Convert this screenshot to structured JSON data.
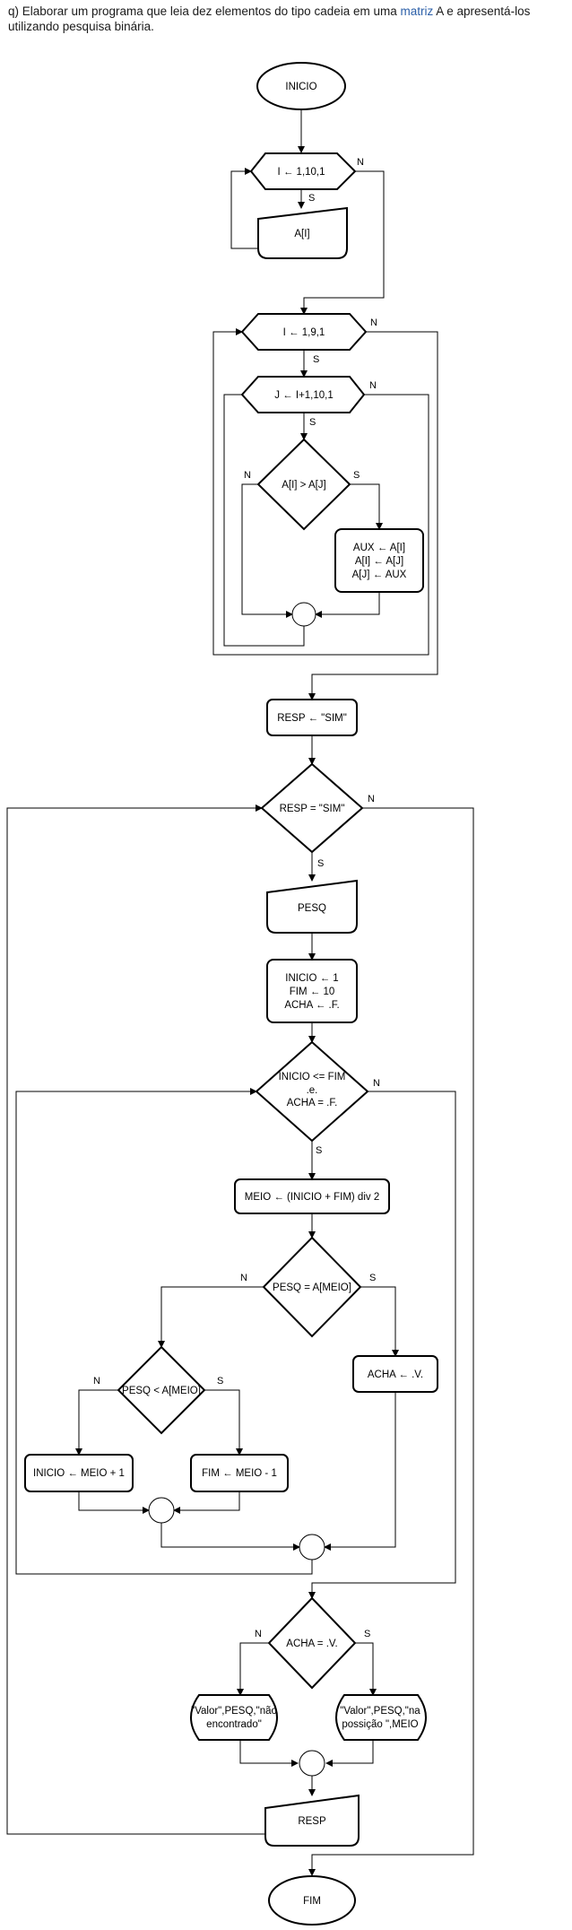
{
  "header": {
    "part1": "q) Elaborar um programa que leia dez elementos do tipo cadeia em uma ",
    "link": "matriz",
    "part2": " A e apresentá-los utilizando pesquisa binária."
  },
  "flowchart": {
    "start": "INICIO",
    "loop_read": "I ← 1,10,1",
    "read_a": "A[I]",
    "loop_i": "I ← 1,9,1",
    "loop_j": "J ← I+1,10,1",
    "cond_swap": "A[I] > A[J]",
    "swap": [
      "AUX ← A[I]",
      "A[I] ← A[J]",
      "A[J] ← AUX"
    ],
    "resp_init": "RESP ← \"SIM\"",
    "cond_resp": "RESP = \"SIM\"",
    "read_pesq": "PESQ",
    "init_search": [
      "INICIO ← 1",
      "FIM ← 10",
      "ACHA ← .F."
    ],
    "cond_search": [
      "INICIO <= FIM",
      ".e.",
      "ACHA = .F."
    ],
    "calc_meio": "MEIO ← (INICIO + FIM) div 2",
    "cond_equal": "PESQ = A[MEIO]",
    "cond_less": "PESQ < A[MEIO]",
    "set_inicio": "INICIO ← MEIO + 1",
    "set_fim": "FIM ← MEIO - 1",
    "set_acha": "ACHA ← .V.",
    "cond_acha": "ACHA = .V.",
    "out_not_found": [
      "\"Valor\",PESQ,\"não",
      "encontrado\""
    ],
    "out_found": [
      "\"Valor\",PESQ,\"na",
      "possição \",MEIO"
    ],
    "read_resp": "RESP",
    "end": "FIM",
    "yes": "S",
    "no": "N"
  }
}
